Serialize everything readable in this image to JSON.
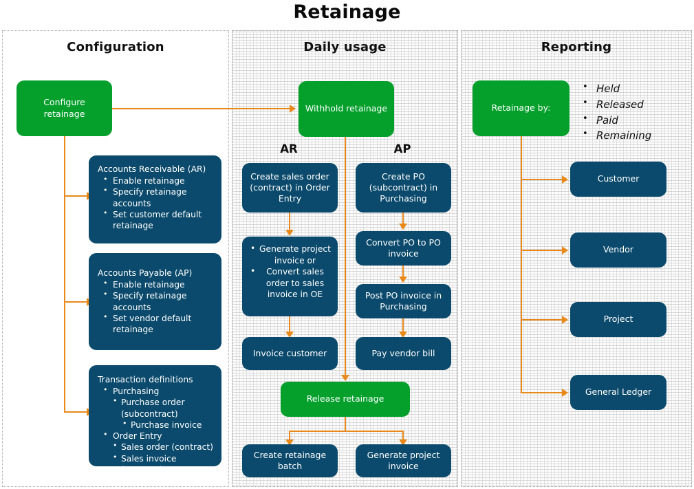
{
  "title": "Retainage",
  "panels": {
    "configuration": {
      "title": "Configuration"
    },
    "daily": {
      "title": "Daily usage"
    },
    "reporting": {
      "title": "Reporting"
    }
  },
  "configuration": {
    "start_node": "Configure retainage",
    "ar_box": {
      "header": "Accounts Receivable (AR)",
      "items": [
        "Enable retainage",
        "Specify retainage accounts",
        "Set customer default retainage"
      ]
    },
    "ap_box": {
      "header": "Accounts Payable (AP)",
      "items": [
        "Enable retainage",
        "Specify retainage accounts",
        "Set vendor default retainage"
      ]
    },
    "txn_box": {
      "header": "Transaction definitions",
      "purchasing_label": "Purchasing",
      "purchasing_items": [
        "Purchase order (subcontract)",
        "Purchase invoice"
      ],
      "order_entry_label": "Order Entry",
      "order_entry_items": [
        "Sales order (contract)",
        "Sales invoice (contract)"
      ]
    }
  },
  "daily": {
    "withhold_node": "Withhold retainage",
    "ar_label": "AR",
    "ap_label": "AP",
    "ar_steps": [
      "Create sales order (contract) in Order Entry",
      "Invoice customer"
    ],
    "ar_invoice_bullets": [
      "Generate project invoice or",
      "Convert sales order to sales invoice in OE"
    ],
    "ap_steps": [
      "Create PO (subcontract) in Purchasing",
      "Convert PO to PO invoice",
      "Post PO invoice in Purchasing",
      "Pay vendor bill"
    ],
    "release_node": "Release retainage",
    "release_outputs": [
      "Create retainage batch",
      "Generate project invoice"
    ]
  },
  "reporting": {
    "start_node": "Retainage by:",
    "legend": [
      "Held",
      "Released",
      "Paid",
      "Remaining"
    ],
    "targets": [
      "Customer",
      "Vendor",
      "Project",
      "General Ledger"
    ]
  },
  "colors": {
    "green": "#04A02B",
    "navy": "#0B4A6C",
    "orange": "#E8891A",
    "panel_border": "#A9A9A9",
    "text_dark": "#111111"
  }
}
